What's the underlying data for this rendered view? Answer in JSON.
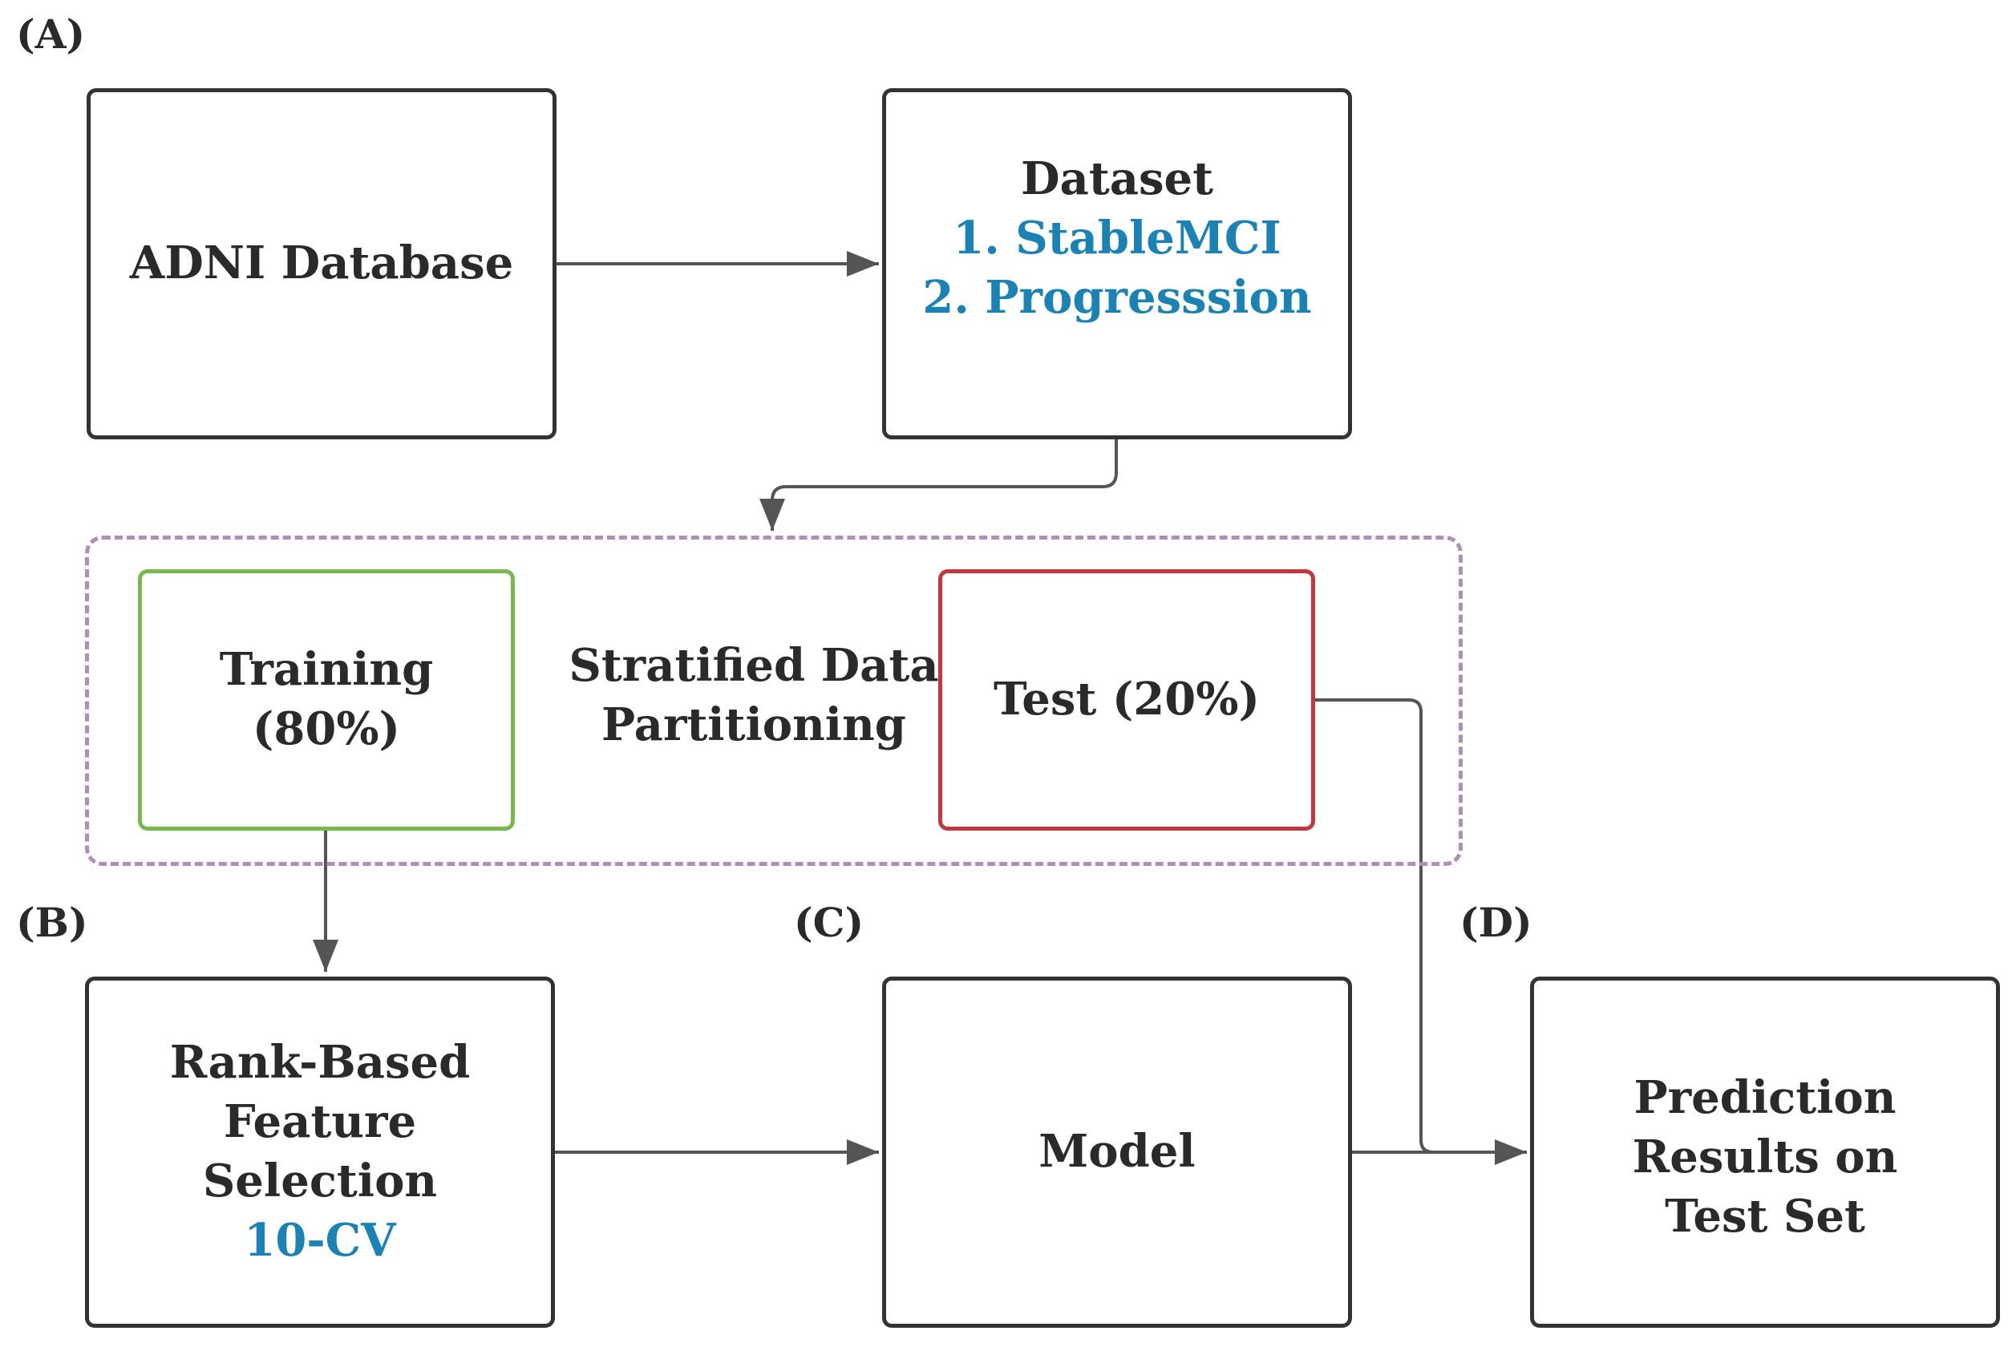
{
  "panels": {
    "a": "(A)",
    "b": "(B)",
    "c": "(C)",
    "d": "(D)"
  },
  "nodes": {
    "adni": {
      "title": "ADNI Database"
    },
    "dataset": {
      "title": "Dataset",
      "items": [
        "1. StableMCI",
        "2. Progresssion"
      ]
    },
    "partition": {
      "label_line1": "Stratified Data",
      "label_line2": "Partitioning"
    },
    "training": {
      "title": "Training (80%)"
    },
    "test": {
      "title": "Test (20%)"
    },
    "feature_selection": {
      "title_line1": "Rank-Based Feature",
      "title_line2": "Selection",
      "subtitle": "10-CV"
    },
    "model": {
      "title": "Model"
    },
    "prediction": {
      "title_line1": "Prediction Results on",
      "title_line2": "Test Set"
    }
  },
  "colors": {
    "box_border": "#333333",
    "training_border": "#79b84b",
    "test_border": "#c43640",
    "partition_dash": "#b18dbb",
    "highlight_text": "#1a82b4",
    "arrow": "#555555"
  }
}
